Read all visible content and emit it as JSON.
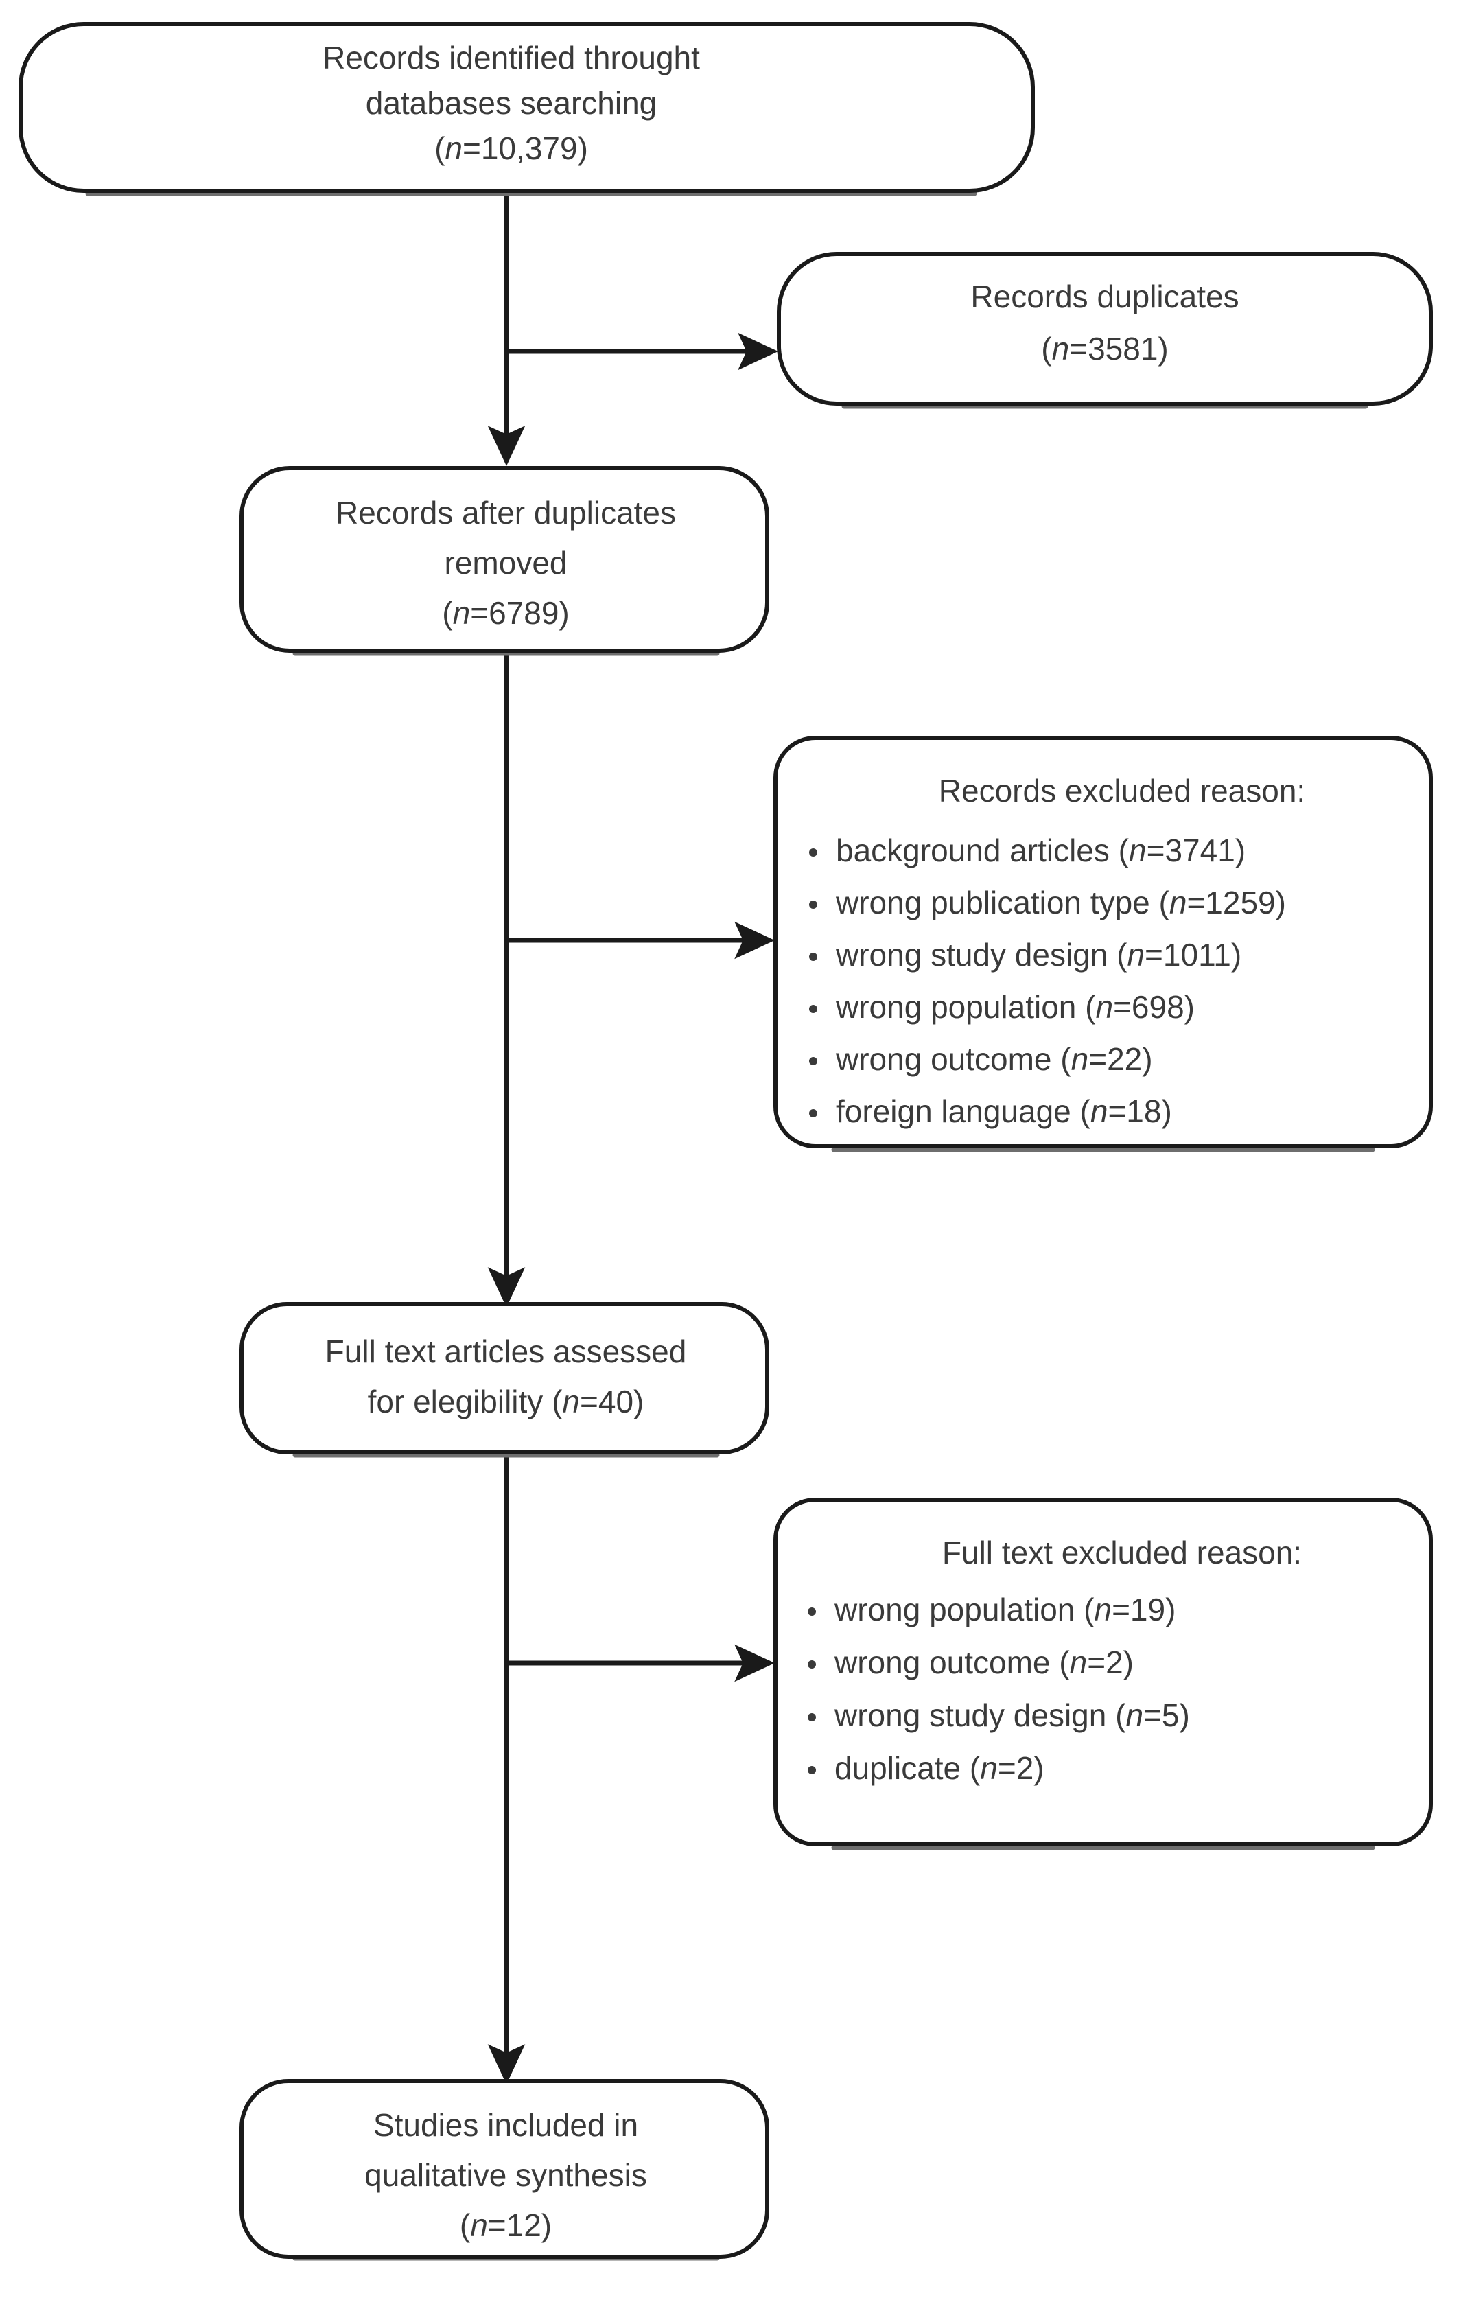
{
  "diagram": {
    "type": "prisma-flow-diagram",
    "title": "PRISMA study selection flow diagram",
    "colors": {
      "box_stroke": "#1a1a1a",
      "box_fill": "#ffffff",
      "text": "#3a3a3a",
      "connector": "#1a1a1a",
      "shadow": "#6e6e6e",
      "background": "#ffffff"
    },
    "nodes": [
      {
        "id": "records-identified",
        "lines": [
          "Records identified throught",
          "databases searching"
        ],
        "count_prefix": "(",
        "count_label": "n",
        "count_value": "=10,379)",
        "count_text": "(n=10,379)",
        "n": 10379
      },
      {
        "id": "records-duplicates",
        "lines": [
          "Records duplicates"
        ],
        "count_prefix": "(",
        "count_label": "n",
        "count_value": "=3581)",
        "count_text": "(n=3581)",
        "n": 3581
      },
      {
        "id": "records-after-duplicates",
        "lines": [
          "Records after duplicates",
          "removed"
        ],
        "count_prefix": "(",
        "count_label": "n",
        "count_value": "=6789)",
        "count_text": "(n=6789)",
        "n": 6789
      },
      {
        "id": "records-excluded",
        "heading": "Records excluded reason:",
        "bullets": [
          {
            "text": "background articles (",
            "label": "n",
            "value": "=3741)",
            "full": "background articles (n=3741)",
            "n": 3741
          },
          {
            "text": "wrong publication type (",
            "label": "n",
            "value": "=1259)",
            "full": "wrong publication type (n=1259)",
            "n": 1259
          },
          {
            "text": "wrong study design (",
            "label": "n",
            "value": "=1011)",
            "full": "wrong study design (n=1011)",
            "n": 1011
          },
          {
            "text": "wrong population (",
            "label": "n",
            "value": "=698)",
            "full": "wrong population (n=698)",
            "n": 698
          },
          {
            "text": "wrong outcome (",
            "label": "n",
            "value": "=22)",
            "full": "wrong outcome (n=22)",
            "n": 22
          },
          {
            "text": "foreign language (",
            "label": "n",
            "value": "=18)",
            "full": "foreign language (n=18)",
            "n": 18
          }
        ]
      },
      {
        "id": "full-text-assessed",
        "lines": [
          "Full text articles assessed",
          "for elegibility ("
        ],
        "count_prefix": "(",
        "count_label": "n",
        "count_value": "=40)",
        "count_text": "(n=40)",
        "n": 40
      },
      {
        "id": "full-text-excluded",
        "heading": "Full text excluded reason:",
        "bullets": [
          {
            "text": "wrong population (",
            "label": "n",
            "value": "=19)",
            "full": "wrong population (n=19)",
            "n": 19
          },
          {
            "text": "wrong outcome (",
            "label": "n",
            "value": "=2)",
            "full": "wrong outcome (n=2)",
            "n": 2
          },
          {
            "text": "wrong study design (",
            "label": "n",
            "value": "=5)",
            "full": "wrong study design (n=5)",
            "n": 5
          },
          {
            "text": "duplicate (",
            "label": "n",
            "value": "=2)",
            "full": "duplicate (n=2)",
            "n": 2
          }
        ]
      },
      {
        "id": "studies-included",
        "lines": [
          "Studies included in",
          "qualitative synthesis"
        ],
        "count_prefix": "(",
        "count_label": "n",
        "count_value": "=12)",
        "count_text": "(n=12)",
        "n": 12
      }
    ],
    "text": {
      "box1_line1": "Records identified throught",
      "box1_line2": "databases searching",
      "box1_line3_pre": "(",
      "box1_line3_n": "n",
      "box1_line3_post": "=10,379)",
      "box2_line1": "Records duplicates",
      "box2_line2_pre": "(",
      "box2_line2_n": "n",
      "box2_line2_post": "=3581)",
      "box3_line1": "Records after duplicates",
      "box3_line2": "removed",
      "box3_line3_pre": "(",
      "box3_line3_n": "n",
      "box3_line3_post": "=6789)",
      "box4_heading": "Records excluded reason:",
      "box4_b1_pre": "background articles (",
      "box4_b1_n": "n",
      "box4_b1_post": "=3741)",
      "box4_b2_pre": "wrong publication type (",
      "box4_b2_n": "n",
      "box4_b2_post": "=1259)",
      "box4_b3_pre": "wrong study design (",
      "box4_b3_n": "n",
      "box4_b3_post": "=1011)",
      "box4_b4_pre": "wrong population (",
      "box4_b4_n": "n",
      "box4_b4_post": "=698)",
      "box4_b5_pre": "wrong outcome (",
      "box4_b5_n": "n",
      "box4_b5_post": "=22)",
      "box4_b6_pre": "foreign language (",
      "box4_b6_n": "n",
      "box4_b6_post": "=18)",
      "box5_line1": "Full text articles assessed",
      "box5_line2_pre": "for elegibility (",
      "box5_line2_n": "n",
      "box5_line2_post": "=40)",
      "box6_heading": "Full text excluded reason:",
      "box6_b1_pre": "wrong population (",
      "box6_b1_n": "n",
      "box6_b1_post": "=19)",
      "box6_b2_pre": "wrong outcome (",
      "box6_b2_n": "n",
      "box6_b2_post": "=2)",
      "box6_b3_pre": "wrong study design (",
      "box6_b3_n": "n",
      "box6_b3_post": "=5)",
      "box6_b4_pre": "duplicate (",
      "box6_b4_n": "n",
      "box6_b4_post": "=2)",
      "box7_line1": "Studies included in",
      "box7_line2": "qualitative synthesis",
      "box7_line3_pre": "(",
      "box7_line3_n": "n",
      "box7_line3_post": "=12)"
    }
  }
}
